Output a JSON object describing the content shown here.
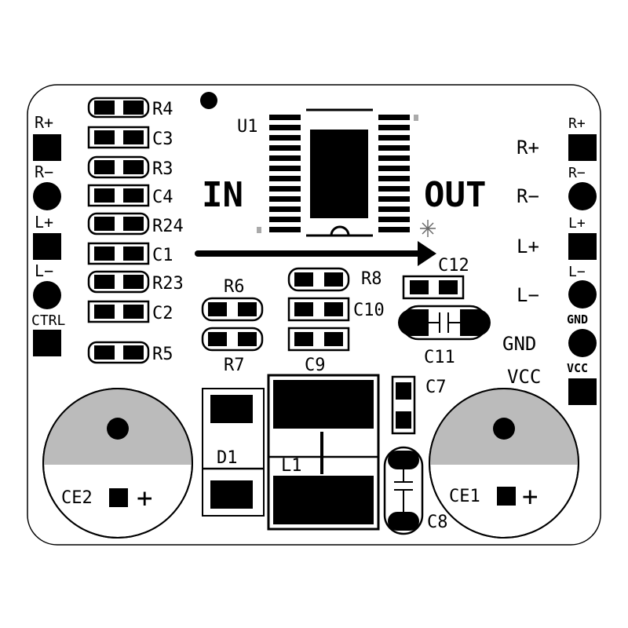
{
  "board": {
    "title_in": "IN",
    "title_out": "OUT",
    "ic": "U1"
  },
  "left_header": {
    "pins": [
      "R+",
      "R−",
      "L+",
      "L−",
      "CTRL"
    ]
  },
  "right_header": {
    "pins": [
      "R+",
      "R−",
      "L+",
      "L−",
      "GND",
      "VCC"
    ]
  },
  "output_labels": [
    "R+",
    "R−",
    "L+",
    "L−",
    "GND",
    "VCC"
  ],
  "resistor_capacitor_column": [
    "R4",
    "C3",
    "R3",
    "C4",
    "R24",
    "C1",
    "R23",
    "C2",
    "R5"
  ],
  "components": {
    "r6": "R6",
    "r7": "R7",
    "r8": "R8",
    "c9": "C9",
    "c10": "C10",
    "c11": "C11",
    "c12": "C12",
    "c7": "C7",
    "c8": "C8",
    "d1": "D1",
    "l1": "L1",
    "ce1": "CE1",
    "ce2": "CE2",
    "plus": "+"
  }
}
